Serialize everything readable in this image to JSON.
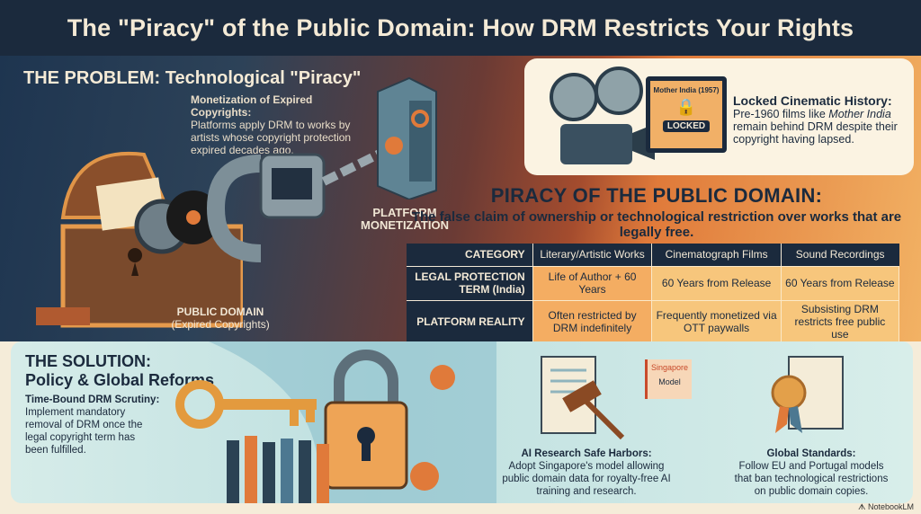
{
  "title": "The \"Piracy\" of the Public Domain: How DRM Restricts Your Rights",
  "problem": {
    "heading": "THE PROBLEM: Technological \"Piracy\"",
    "monetization_title": "Monetization of Expired Copyrights:",
    "monetization_text": "Platforms apply DRM to works by artists whose copyright protection expired decades ago.",
    "public_domain_label": "PUBLIC DOMAIN",
    "public_domain_sub": "(Expired Copyrights)",
    "platform_label": "PLATFORM MONETIZATION"
  },
  "cinema": {
    "film_label": "Mother India (1957)",
    "locked_badge": "LOCKED",
    "title": "Locked Cinematic History:",
    "text_prefix": "Pre-1960 films like ",
    "text_italic": "Mother India",
    "text_suffix": " remain behind DRM despite their copyright having lapsed."
  },
  "piracy": {
    "heading": "PIRACY OF THE PUBLIC DOMAIN:",
    "subheading": "The false claim of ownership or technological restriction over works that are legally free."
  },
  "table": {
    "headers": [
      "CATEGORY",
      "Literary/Artistic Works",
      "Cinematograph Films",
      "Sound Recordings"
    ],
    "rows": [
      {
        "label": "LEGAL PROTECTION TERM (India)",
        "cells": [
          "Life of Author + 60 Years",
          "60 Years from Release",
          "60 Years from Release"
        ]
      },
      {
        "label": "PLATFORM REALITY",
        "cells": [
          "Often restricted by DRM indefinitely",
          "Frequently monetized via OTT paywalls",
          "Subsisting DRM restricts free public use"
        ]
      }
    ]
  },
  "solution": {
    "heading_line1": "THE SOLUTION:",
    "heading_line2": "Policy & Global Reforms",
    "items": [
      {
        "title": "Time-Bound DRM Scrutiny:",
        "text": "Implement mandatory removal of DRM once the legal copyright term has been fulfilled."
      },
      {
        "title": "AI Research Safe Harbors:",
        "text": "Adopt Singapore's model allowing public domain data for royalty-free AI training and research."
      },
      {
        "title": "Global Standards:",
        "text": "Follow EU and Portugal models that ban technological restrictions on public domain copies."
      }
    ],
    "flag_line1": "Singapore",
    "flag_line2": "Model"
  },
  "footer": "NotebookLM",
  "colors": {
    "navy": "#1b2a3d",
    "orange": "#e07a3a",
    "cream": "#fbf3e2",
    "teal": "#bfe0e0"
  }
}
